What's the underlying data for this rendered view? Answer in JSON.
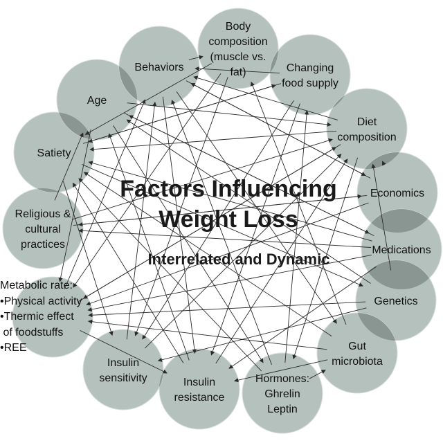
{
  "title": {
    "line1": "Factors Influencing",
    "line2": "Weight Loss",
    "subtitle": "Interrelated and Dynamic"
  },
  "colors": {
    "node_fill": "#b5c1bd",
    "node_stroke": "#d7dedb",
    "overlap_fill": "#8a9692",
    "arrow": "#2a2a2a",
    "text": "#111111"
  },
  "nodes": [
    {
      "id": "body-composition",
      "lines": [
        "Body",
        "composition",
        "(muscle vs.",
        "fat)"
      ]
    },
    {
      "id": "changing-food-supply",
      "lines": [
        "Changing",
        "food supply"
      ]
    },
    {
      "id": "diet-composition",
      "lines": [
        "Diet",
        "composition"
      ]
    },
    {
      "id": "economics",
      "lines": [
        "Economics"
      ]
    },
    {
      "id": "medications",
      "lines": [
        "Medications"
      ]
    },
    {
      "id": "genetics",
      "lines": [
        "Genetics"
      ]
    },
    {
      "id": "gut-microbiota",
      "lines": [
        "Gut",
        "microbiota"
      ]
    },
    {
      "id": "hormones",
      "lines": [
        "Hormones:",
        "Ghrelin",
        "Leptin"
      ]
    },
    {
      "id": "insulin-resistance",
      "lines": [
        "Insulin",
        "resistance"
      ]
    },
    {
      "id": "insulin-sensitivity",
      "lines": [
        "Insulin",
        "sensitivity"
      ]
    },
    {
      "id": "metabolic-rate",
      "lines": []
    },
    {
      "id": "religious-cultural",
      "lines": [
        "Religious &",
        "cultural",
        "practices"
      ]
    },
    {
      "id": "satiety",
      "lines": [
        "Satiety"
      ]
    },
    {
      "id": "age",
      "lines": [
        "Age"
      ]
    },
    {
      "id": "behaviors",
      "lines": [
        "Behaviors"
      ]
    }
  ],
  "metabolic_rate": {
    "header": "Metabolic rate:",
    "items": [
      "•Physical activity",
      "•Thermic effect",
      " of foodstuffs",
      "•REE"
    ]
  },
  "connections": [
    [
      "body-composition",
      "satiety"
    ],
    [
      "body-composition",
      "insulin-sensitivity"
    ],
    [
      "body-composition",
      "metabolic-rate"
    ],
    [
      "changing-food-supply",
      "behaviors"
    ],
    [
      "changing-food-supply",
      "satiety"
    ],
    [
      "changing-food-supply",
      "insulin-resistance"
    ],
    [
      "diet-composition",
      "behaviors"
    ],
    [
      "diet-composition",
      "metabolic-rate"
    ],
    [
      "diet-composition",
      "satiety"
    ],
    [
      "diet-composition",
      "hormones"
    ],
    [
      "economics",
      "behaviors"
    ],
    [
      "economics",
      "diet-composition"
    ],
    [
      "economics",
      "religious-cultural"
    ],
    [
      "medications",
      "satiety"
    ],
    [
      "medications",
      "metabolic-rate"
    ],
    [
      "medications",
      "insulin-resistance"
    ],
    [
      "medications",
      "religious-cultural"
    ],
    [
      "genetics",
      "age"
    ],
    [
      "genetics",
      "insulin-sensitivity"
    ],
    [
      "genetics",
      "metabolic-rate"
    ],
    [
      "genetics",
      "diet-composition"
    ],
    [
      "gut-microbiota",
      "satiety"
    ],
    [
      "gut-microbiota",
      "insulin-resistance"
    ],
    [
      "gut-microbiota",
      "metabolic-rate"
    ],
    [
      "gut-microbiota",
      "body-composition"
    ],
    [
      "hormones",
      "satiety"
    ],
    [
      "hormones",
      "behaviors"
    ],
    [
      "hormones",
      "gut-microbiota"
    ],
    [
      "hormones",
      "changing-food-supply"
    ],
    [
      "insulin-resistance",
      "age"
    ],
    [
      "insulin-resistance",
      "satiety"
    ],
    [
      "insulin-resistance",
      "diet-composition"
    ],
    [
      "insulin-sensitivity",
      "behaviors"
    ],
    [
      "insulin-sensitivity",
      "diet-composition"
    ],
    [
      "metabolic-rate",
      "diet-composition"
    ],
    [
      "metabolic-rate",
      "behaviors"
    ],
    [
      "metabolic-rate",
      "insulin-resistance"
    ],
    [
      "religious-cultural",
      "diet-composition"
    ],
    [
      "religious-cultural",
      "age"
    ],
    [
      "religious-cultural",
      "economics"
    ],
    [
      "satiety",
      "genetics"
    ],
    [
      "satiety",
      "insulin-sensitivity"
    ],
    [
      "satiety",
      "changing-food-supply"
    ],
    [
      "age",
      "metabolic-rate"
    ],
    [
      "age",
      "diet-composition"
    ],
    [
      "age",
      "medications"
    ],
    [
      "age",
      "hormones"
    ],
    [
      "behaviors",
      "body-composition"
    ],
    [
      "behaviors",
      "gut-microbiota"
    ],
    [
      "behaviors",
      "insulin-resistance"
    ],
    [
      "behaviors",
      "economics"
    ],
    [
      "economics",
      "metabolic-rate"
    ],
    [
      "changing-food-supply",
      "insulin-sensitivity"
    ],
    [
      "medications",
      "age"
    ]
  ]
}
